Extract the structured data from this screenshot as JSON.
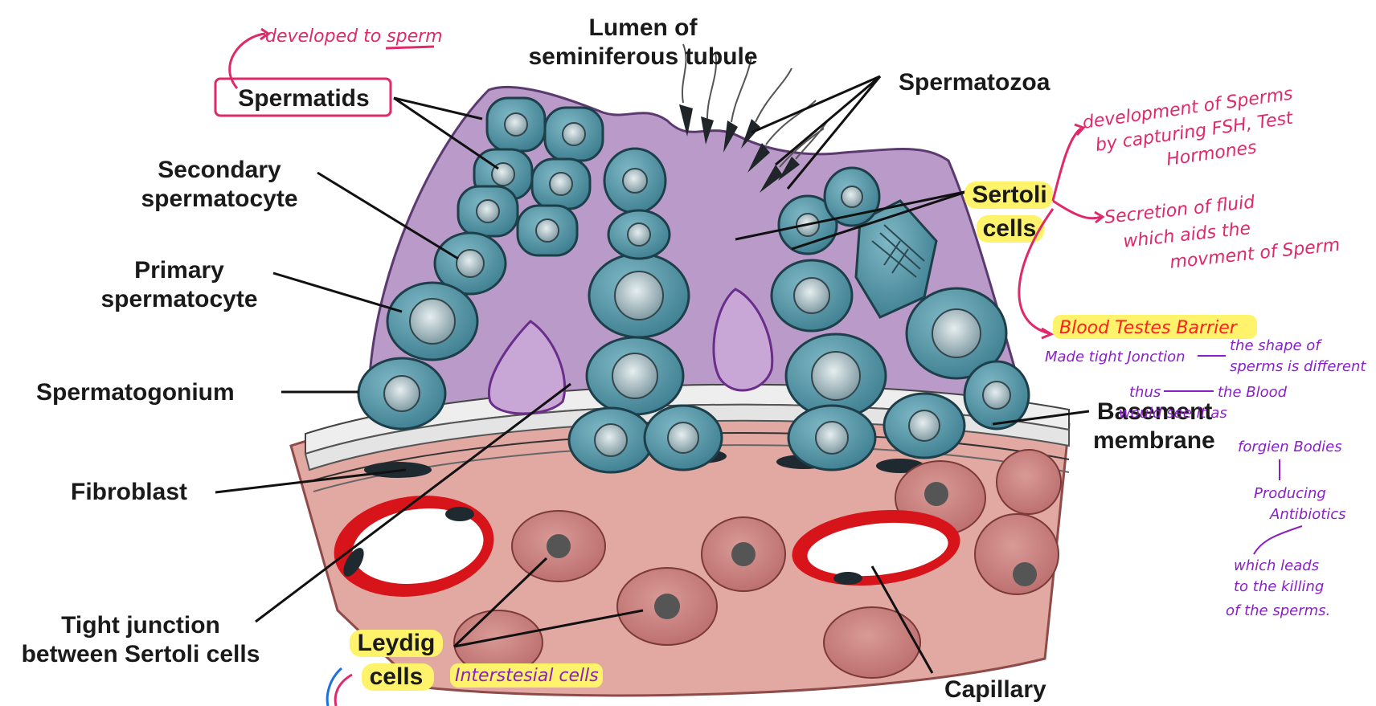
{
  "labels": {
    "lumen_line1": "Lumen of",
    "lumen_line2": "seminiferous tubule",
    "spermatids": "Spermatids",
    "spermatozoa": "Spermatozoa",
    "secondary_line1": "Secondary",
    "secondary_line2": "spermatocyte",
    "sertoli_line1": "Sertoli",
    "sertoli_line2": "cells",
    "primary_line1": "Primary",
    "primary_line2": "spermatocyte",
    "spermatogonium": "Spermatogonium",
    "basement_line1": "Basement",
    "basement_line2": "membrane",
    "fibroblast": "Fibroblast",
    "tight_line1": "Tight junction",
    "tight_line2": "between  Sertoli cells",
    "leydig_line1": "Leydig",
    "leydig_line2": "cells",
    "capillary": "Capillary"
  },
  "annotations": {
    "developed_to_sperm": "developed to sperm",
    "sertoli_fn1_l1": "development of Sperms",
    "sertoli_fn1_l2": "by capturing FSH, Test",
    "sertoli_fn1_l3": "Hormones",
    "sertoli_fn2_l1": "Secretion of fluid",
    "sertoli_fn2_l2": "which aids the",
    "sertoli_fn2_l3": "movment of Sperm",
    "btb_title": "Blood Testes Barrier",
    "btb_1": "Made tight Jonction",
    "btb_2": "the shape of",
    "btb_3": "sperms is different",
    "btb_4": "thus",
    "btb_5": "the Blood",
    "btb_6": "would see it as",
    "btb_7": "forgien Bodies",
    "btb_8": "Producing",
    "btb_9": "Antibiotics",
    "btb_10": "which leads",
    "btb_11": "to the killing",
    "btb_12": "of the sperms.",
    "leydig_alt": "Interstesial cells"
  },
  "colors": {
    "lumen": "#b99ac8",
    "germ_cell": "#4e8fa0",
    "germ_cell_outline": "#1d3f4a",
    "connective": "#e2a8a2",
    "capillary_wall": "#d8141b",
    "highlight": "#fff36b",
    "ink_pink": "#e0296a",
    "ink_purple": "#8a1fc7",
    "ink_red": "#ff1f1f"
  }
}
